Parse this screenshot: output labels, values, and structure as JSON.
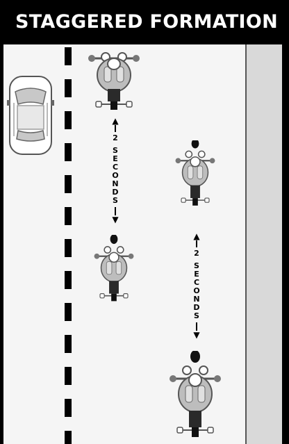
{
  "title": "STAGGERED FORMATION",
  "spacing_labels": [
    {
      "number": "2",
      "word": "SECONDS"
    },
    {
      "number": "2",
      "word": "SECONDS"
    }
  ],
  "colors": {
    "header_bg": "#000000",
    "header_text": "#ffffff",
    "road": "#f5f5f5",
    "shoulder": "#d9d9d9"
  }
}
